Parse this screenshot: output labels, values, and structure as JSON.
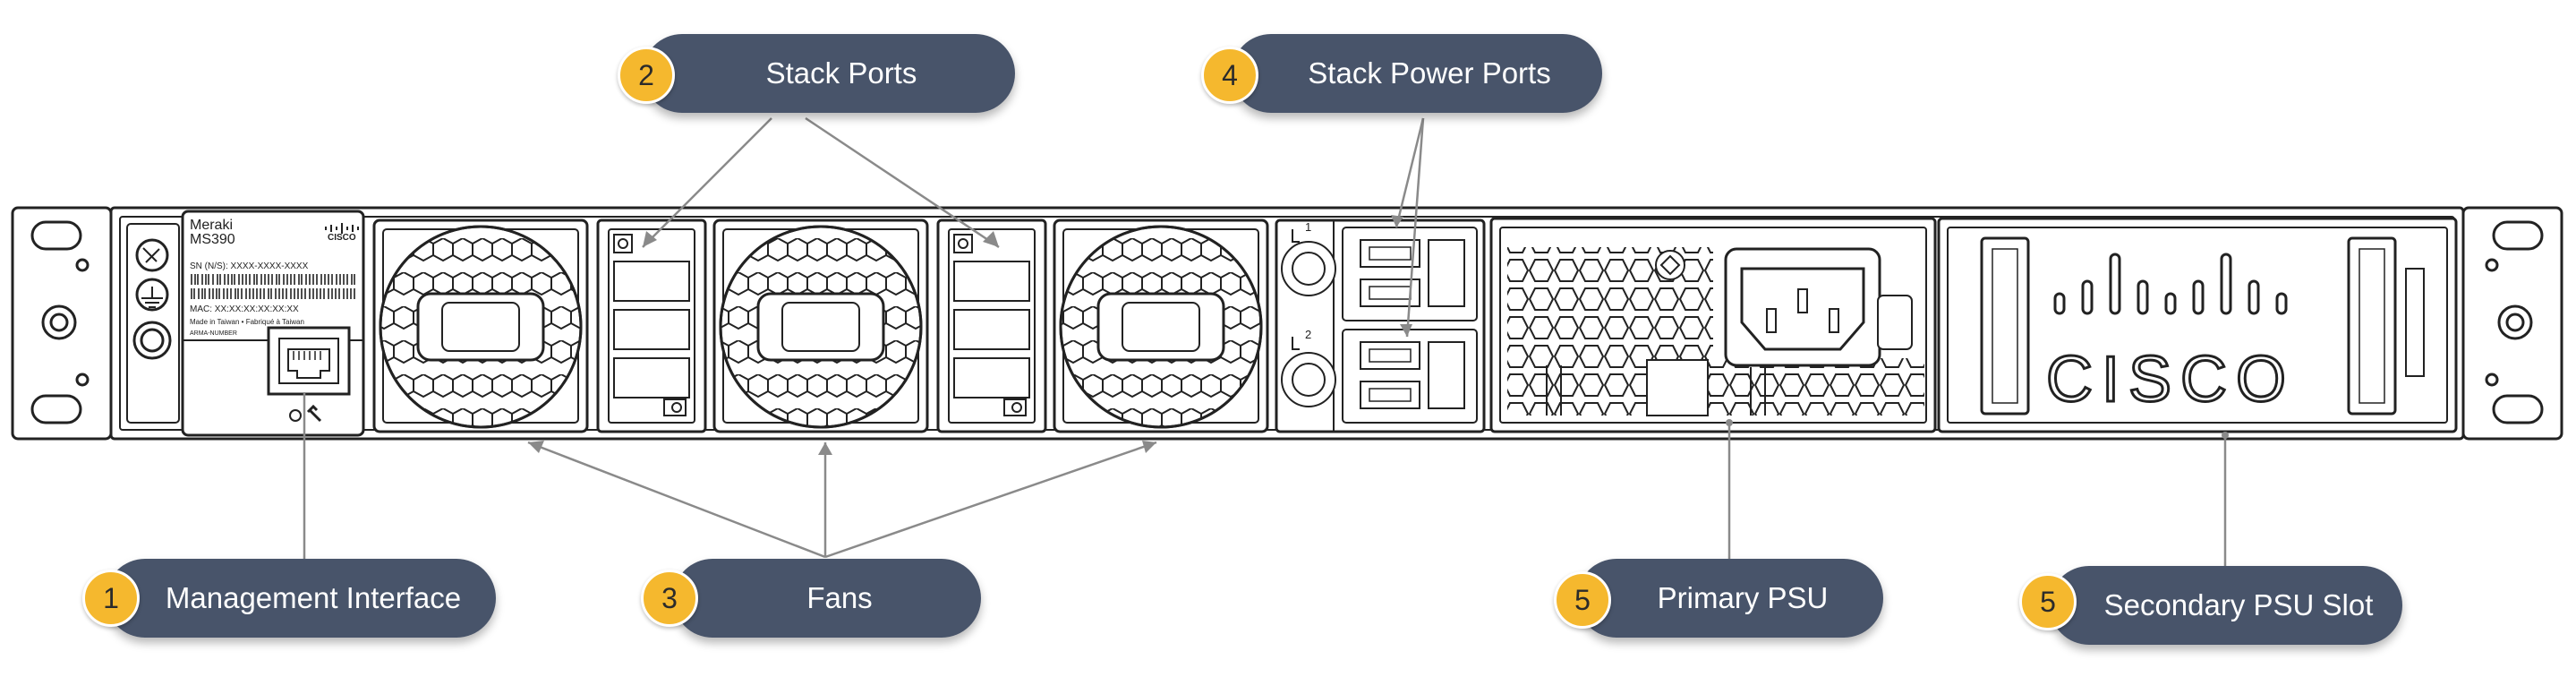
{
  "callouts": [
    {
      "id": "management",
      "number": "1",
      "label": "Management Interface"
    },
    {
      "id": "stack-ports",
      "number": "2",
      "label": "Stack Ports"
    },
    {
      "id": "fans",
      "number": "3",
      "label": "Fans"
    },
    {
      "id": "stack-power",
      "number": "4",
      "label": "Stack Power Ports"
    },
    {
      "id": "primary-psu",
      "number": "5",
      "label": "Primary PSU"
    },
    {
      "id": "secondary-psu",
      "number": "5",
      "label": "Secondary PSU Slot"
    }
  ],
  "label_plate": {
    "brand": "Meraki",
    "model": "MS390",
    "sn": "SN (N/S): XXXX-XXXX-XXXX",
    "mac": "MAC: XX:XX:XX:XX:XX:XX",
    "origin": "Made in Taiwan • Fabriqué à Taiwan",
    "small": "ARMA-NUMBER",
    "cisco_small": "CISCO"
  },
  "stack_power_labels": [
    "1",
    "2"
  ],
  "cisco_logo": "CISCO",
  "colors": {
    "callout_bg": "#48546a",
    "badge": "#f5b82e",
    "line": "#8a8a8a",
    "device_stroke": "#222222"
  }
}
